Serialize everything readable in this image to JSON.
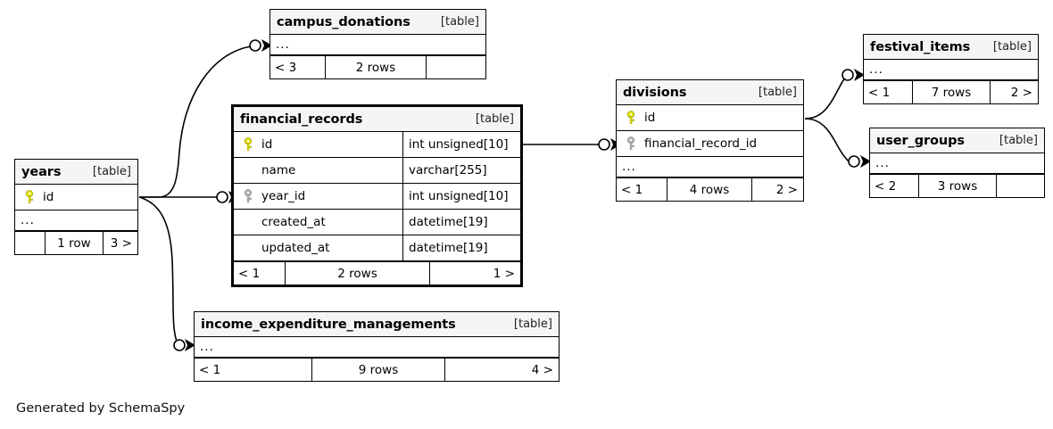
{
  "diagram": {
    "generator_text": "Generated by SchemaSpy",
    "table_tag": "[table]",
    "ellipsis": "...",
    "key_colors": {
      "primary": "#e6e600",
      "foreign": "#b3b3b3"
    },
    "background": "#ffffff",
    "header_background": "#f5f5f5",
    "border_color": "#000000"
  },
  "tables": {
    "years": {
      "name": "years",
      "tag": "[table]",
      "columns": [
        {
          "name": "id",
          "key": "primary",
          "type": ""
        }
      ],
      "has_ellipsis": true,
      "footer": {
        "left": "",
        "center": "1 row",
        "right": "3 >"
      }
    },
    "campus_donations": {
      "name": "campus_donations",
      "tag": "[table]",
      "columns": [],
      "has_ellipsis": true,
      "footer": {
        "left": "< 3",
        "center": "2 rows",
        "right": ""
      }
    },
    "financial_records": {
      "name": "financial_records",
      "tag": "[table]",
      "columns": [
        {
          "name": "id",
          "key": "primary",
          "type": "int unsigned[10]"
        },
        {
          "name": "name",
          "key": "none",
          "type": "varchar[255]"
        },
        {
          "name": "year_id",
          "key": "foreign",
          "type": "int unsigned[10]"
        },
        {
          "name": "created_at",
          "key": "none",
          "type": "datetime[19]"
        },
        {
          "name": "updated_at",
          "key": "none",
          "type": "datetime[19]"
        }
      ],
      "has_ellipsis": false,
      "footer": {
        "left": "< 1",
        "center": "2 rows",
        "right": "1 >"
      }
    },
    "income_expenditure_managements": {
      "name": "income_expenditure_managements",
      "tag": "[table]",
      "columns": [],
      "has_ellipsis": true,
      "footer": {
        "left": "< 1",
        "center": "9 rows",
        "right": "4 >"
      }
    },
    "divisions": {
      "name": "divisions",
      "tag": "[table]",
      "columns": [
        {
          "name": "id",
          "key": "primary",
          "type": ""
        },
        {
          "name": "financial_record_id",
          "key": "foreign",
          "type": ""
        }
      ],
      "has_ellipsis": true,
      "footer": {
        "left": "< 1",
        "center": "4 rows",
        "right": "2 >"
      }
    },
    "festival_items": {
      "name": "festival_items",
      "tag": "[table]",
      "columns": [],
      "has_ellipsis": true,
      "footer": {
        "left": "< 1",
        "center": "7 rows",
        "right": "2 >"
      }
    },
    "user_groups": {
      "name": "user_groups",
      "tag": "[table]",
      "columns": [],
      "has_ellipsis": true,
      "footer": {
        "left": "< 2",
        "center": "3 rows",
        "right": ""
      }
    }
  },
  "relationships": [
    {
      "from": "years.id",
      "to": "campus_donations"
    },
    {
      "from": "years.id",
      "to": "financial_records.year_id"
    },
    {
      "from": "years.id",
      "to": "income_expenditure_managements"
    },
    {
      "from": "financial_records.id",
      "to": "divisions.financial_record_id"
    },
    {
      "from": "divisions.id",
      "to": "festival_items"
    },
    {
      "from": "divisions.id",
      "to": "user_groups"
    }
  ]
}
